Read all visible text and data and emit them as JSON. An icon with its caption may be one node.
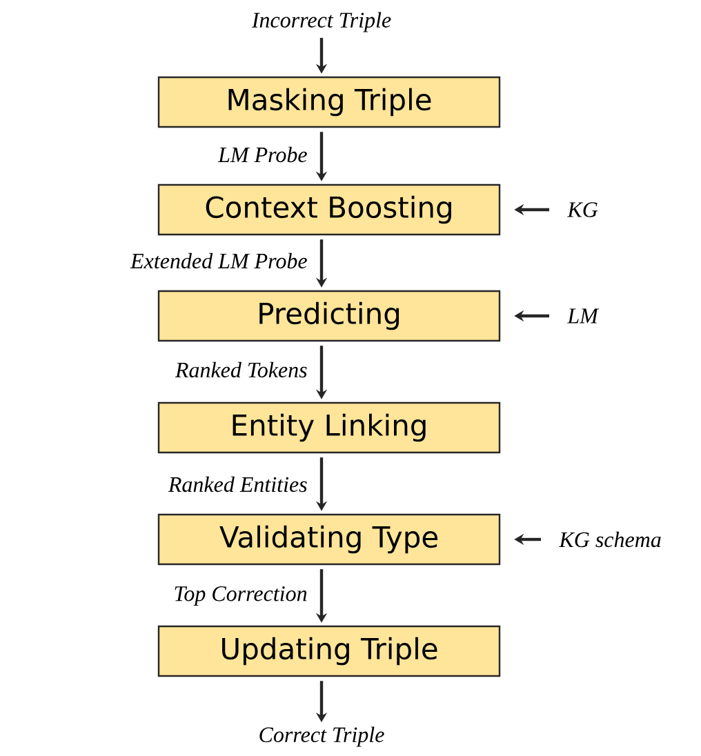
{
  "diagram": {
    "nodes": [
      {
        "text": [
          "Incorrect Triple"
        ]
      },
      {
        "text": [
          "Masking Triple"
        ]
      },
      {
        "text": [
          "Context Boosting"
        ]
      },
      {
        "text": [
          "Predicting"
        ]
      },
      {
        "text": [
          "Entity Linking"
        ]
      },
      {
        "text": [
          "Validating Type"
        ]
      },
      {
        "text": [
          "Updating Triple"
        ]
      },
      {
        "text": [
          "Correct Triple"
        ]
      },
      {
        "text": [
          "KG"
        ]
      },
      {
        "text": [
          "LM"
        ]
      },
      {
        "text": [
          "KG schema"
        ]
      }
    ],
    "edges": [
      {
        "from": 0,
        "to": 1,
        "arrow": "to"
      },
      {
        "from": 1,
        "to": 2,
        "arrow": "to",
        "label": "LM Probe"
      },
      {
        "from": 2,
        "to": 3,
        "arrow": "to",
        "label": "Extended LM Probe"
      },
      {
        "from": 3,
        "to": 4,
        "arrow": "to",
        "label": "Ranked Tokens"
      },
      {
        "from": 4,
        "to": 5,
        "arrow": "to",
        "label": "Ranked Entities"
      },
      {
        "from": 5,
        "to": 6,
        "arrow": "to",
        "label": "Top Correction"
      },
      {
        "from": 6,
        "to": 7,
        "arrow": "to"
      },
      {
        "from": 8,
        "to": 2,
        "arrow": "to"
      },
      {
        "from": 9,
        "to": 3,
        "arrow": "to"
      },
      {
        "from": 10,
        "to": 5,
        "arrow": "to"
      }
    ]
  }
}
